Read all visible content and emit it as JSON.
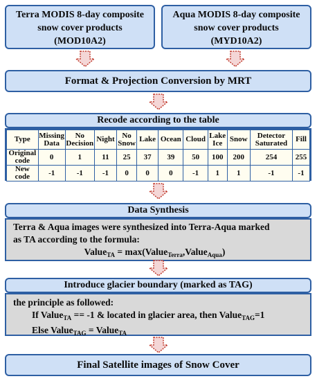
{
  "colors": {
    "box_fill": "#cfe0f6",
    "border": "#2e5fa3",
    "gray_fill": "#d9d9d9",
    "table_fill": "#fffdf0",
    "arrow_fill": "#f4d6d6",
    "arrow_stroke": "#c0392b"
  },
  "terra": {
    "line1": "Terra  MODIS 8-day composite",
    "line2": "snow cover products",
    "line3": "(MOD10A2)"
  },
  "aqua": {
    "line1": "Aqua MODIS 8-day composite",
    "line2": "snow cover products",
    "line3": "(MYD10A2)"
  },
  "format": {
    "label": "Format & Projection Conversion by MRT"
  },
  "recode": {
    "title": "Recode according to the table",
    "header": [
      "Type",
      "Missing Data",
      "No Decision",
      "Night",
      "No Snow",
      "Lake",
      "Ocean",
      "Cloud",
      "Lake Ice",
      "Snow",
      "Detector Saturated",
      "Fill"
    ],
    "row1_label": "Original code",
    "row1": [
      "0",
      "1",
      "11",
      "25",
      "37",
      "39",
      "50",
      "100",
      "200",
      "254",
      "255"
    ],
    "row2_label": "New code",
    "row2": [
      "-1",
      "-1",
      "-1",
      "0",
      "0",
      "0",
      "-1",
      "1",
      "1",
      "-1",
      "-1"
    ]
  },
  "synthesis": {
    "title": "Data Synthesis",
    "line1": "Terra & Aqua images were synthesized into Terra-Aqua marked",
    "line2": "as TA according to the formula:",
    "f_value": "Value",
    "f_ta": "TA",
    "f_eq": " = max(Value",
    "f_terra": "Terra",
    "f_comma": ",Value",
    "f_aqua": "Aqua",
    "f_close": ")"
  },
  "glacier": {
    "title": "Introduce glacier boundary (marked as TAG)",
    "line1": "the principle as followed:",
    "if_a": "If  Value",
    "if_sub1": "TA",
    "if_b": " == -1 & located in glacier area,  then Value",
    "if_sub2": "TAG",
    "if_c": "=1",
    "else_a": "Else  Value",
    "else_sub1": "TAG",
    "else_b": " = Value",
    "else_sub2": "TA"
  },
  "final": {
    "label": "Final Satellite images of Snow Cover"
  }
}
